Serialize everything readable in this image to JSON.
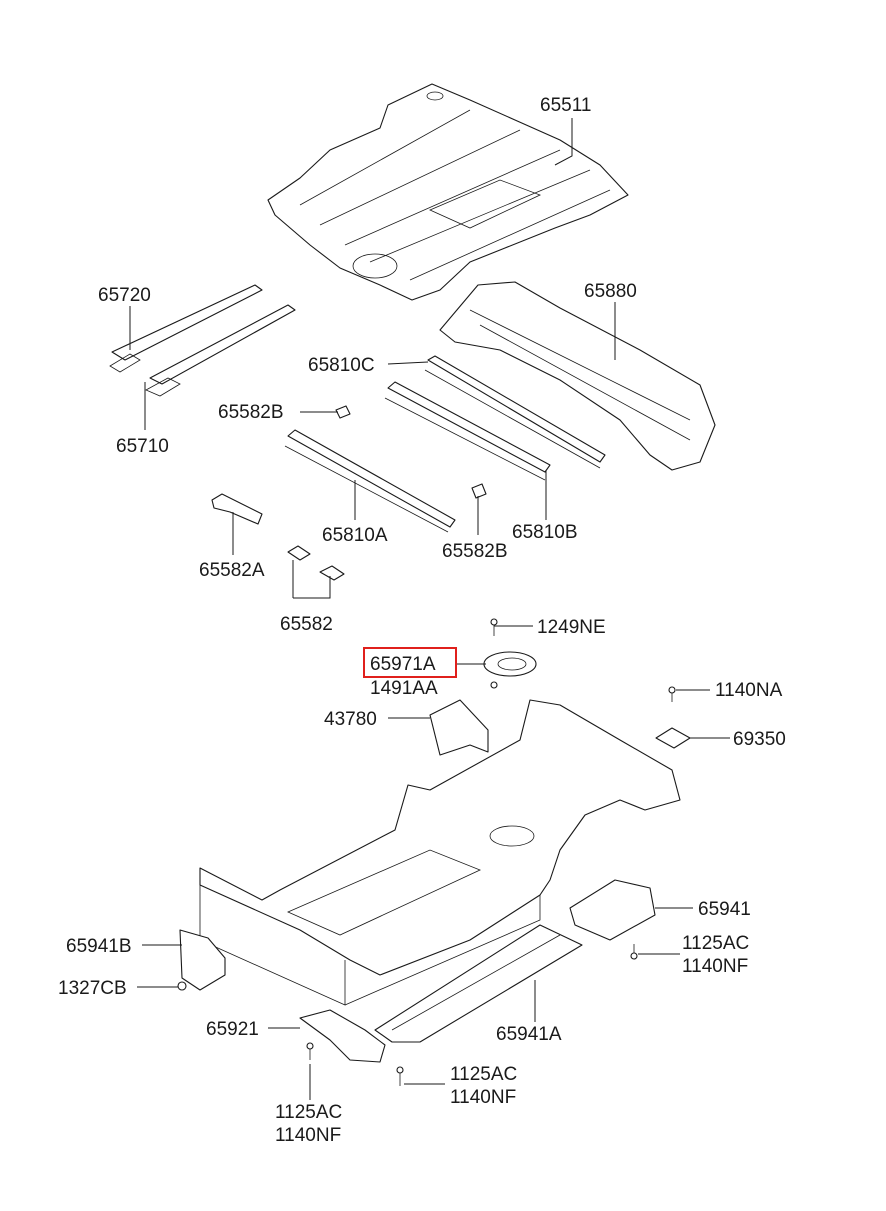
{
  "diagram": {
    "highlight_color": "#e0201c",
    "labels": {
      "p65511": "65511",
      "p65720": "65720",
      "p65710": "65710",
      "p65880": "65880",
      "p65810C": "65810C",
      "p65582B_top": "65582B",
      "p65810A": "65810A",
      "p65810B": "65810B",
      "p65582B_bottom": "65582B",
      "p65582A": "65582A",
      "p65582": "65582",
      "p1249NE": "1249NE",
      "p65971A": "65971A",
      "p1491AA": "1491AA",
      "p1140NA": "1140NA",
      "p43780": "43780",
      "p69350": "69350",
      "p65941": "65941",
      "p65941B": "65941B",
      "p1125AC_right": "1125AC",
      "p1140NF_right": "1140NF",
      "p1327CB": "1327CB",
      "p65921": "65921",
      "p65941A": "65941A",
      "p1125AC_mid": "1125AC",
      "p1140NF_mid": "1140NF",
      "p1125AC_left": "1125AC",
      "p1140NF_left": "1140NF"
    }
  }
}
